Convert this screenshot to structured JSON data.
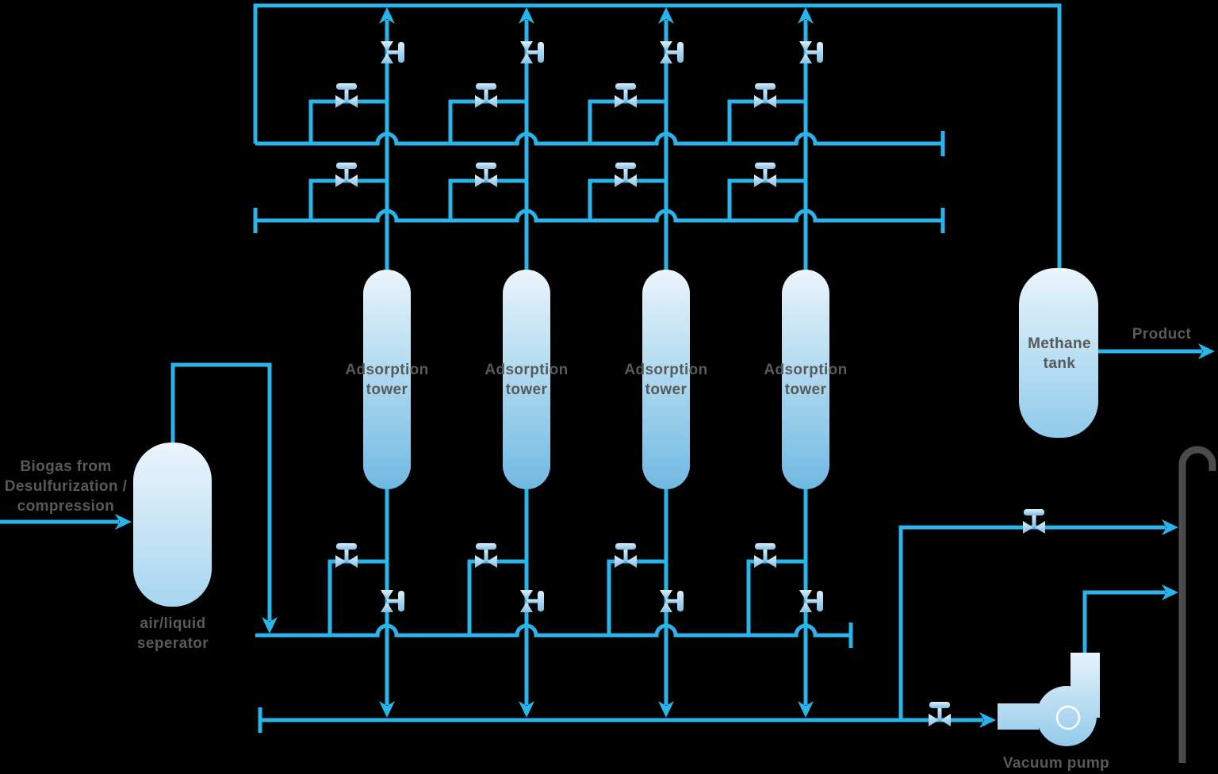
{
  "colors": {
    "background": "#000000",
    "pipe": "#2ab5ea",
    "label_text": "#58595b",
    "stack": "#4b4b4d",
    "vessel_top": "#ebf5fc",
    "tower_bottom": "#6fb9e2",
    "separator_bottom": "#a6d6ef",
    "tank_bottom": "#8ecbea",
    "pump_bottom": "#8cc7e9",
    "valve_top": "#dcf0fb",
    "valve_bottom": "#82bee4"
  },
  "diagram": {
    "feed_stream": {
      "label": "Biogas from\nDesulfurization /\ncompression"
    },
    "separator": {
      "label": "air/liquid\nseperator"
    },
    "towers": [
      {
        "label": "Adsorption\ntower"
      },
      {
        "label": "Adsorption\ntower"
      },
      {
        "label": "Adsorption\ntower"
      },
      {
        "label": "Adsorption\ntower"
      }
    ],
    "methane_tank": {
      "label": "Methane\ntank"
    },
    "product_stream": {
      "label": "Product"
    },
    "vacuum_pump": {
      "label": "Vacuum pump"
    }
  }
}
